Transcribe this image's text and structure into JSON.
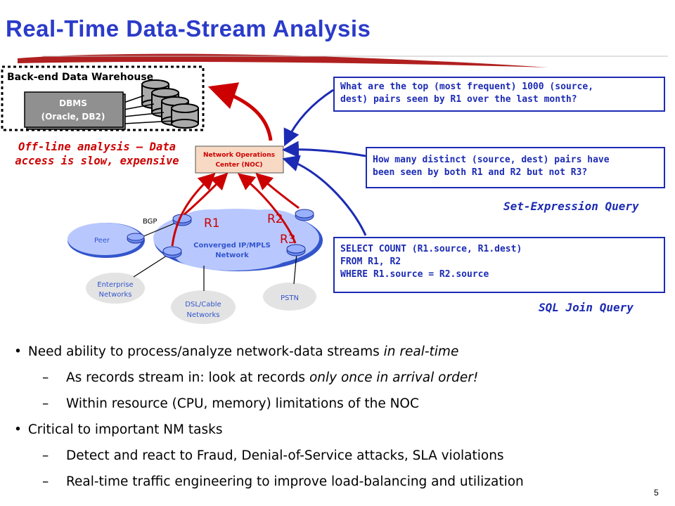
{
  "title": "Real-Time Data-Stream Analysis",
  "warehouse": {
    "label": "Back-end Data Warehouse",
    "dbms_line1": "DBMS",
    "dbms_line2": "(Oracle, DB2)"
  },
  "offline_note": {
    "line1": "Off-line analysis – Data",
    "line2": "access  is slow, expensive"
  },
  "noc": {
    "line1": "Network Operations",
    "line2": "Center (NOC)"
  },
  "network": {
    "routers": [
      "R1",
      "R2",
      "R3"
    ],
    "core_line1": "Converged  IP/MPLS",
    "core_line2": "Network",
    "peer": "Peer",
    "bgp": "BGP",
    "enterprise_line1": "Enterprise",
    "enterprise_line2": "Networks",
    "dsl_line1": "DSL/Cable",
    "dsl_line2": "Networks",
    "pstn": "PSTN"
  },
  "queries": {
    "q1_line1": "What are the top (most frequent) 1000 (source,",
    "q1_line2": "dest) pairs seen by R1 over the last month?",
    "q2_line1": "How many distinct (source, dest) pairs have",
    "q2_line2": "been seen by both R1 and R2 but not R3?",
    "q2_tag": "Set-Expression Query",
    "q3_line1": "SELECT COUNT (R1.source, R1.dest)",
    "q3_line2": "FROM  R1, R2",
    "q3_line3": "WHERE R1.source = R2.source",
    "q3_tag": "SQL Join Query"
  },
  "bullets": [
    {
      "pre": "Need ability to process/analyze network-data streams ",
      "em": "in real-time",
      "post": ""
    },
    {
      "pre": "As records stream in:  look at records ",
      "em": "only once in arrival order!",
      "post": ""
    },
    {
      "pre": "Within resource (CPU, memory) limitations of the NOC",
      "em": "",
      "post": ""
    },
    {
      "pre": "Critical to important NM tasks",
      "em": "",
      "post": ""
    },
    {
      "pre": "Detect and react to  Fraud, Denial-of-Service attacks, SLA violations",
      "em": "",
      "post": ""
    },
    {
      "pre": "Real-time traffic engineering to improve load-balancing and utilization",
      "em": "",
      "post": ""
    }
  ],
  "page_number": "5",
  "colors": {
    "title": "#2b3bc9",
    "accent_red": "#cc0000",
    "query_blue": "#1c2bb4",
    "cloud_blue": "#5a7fe0"
  }
}
